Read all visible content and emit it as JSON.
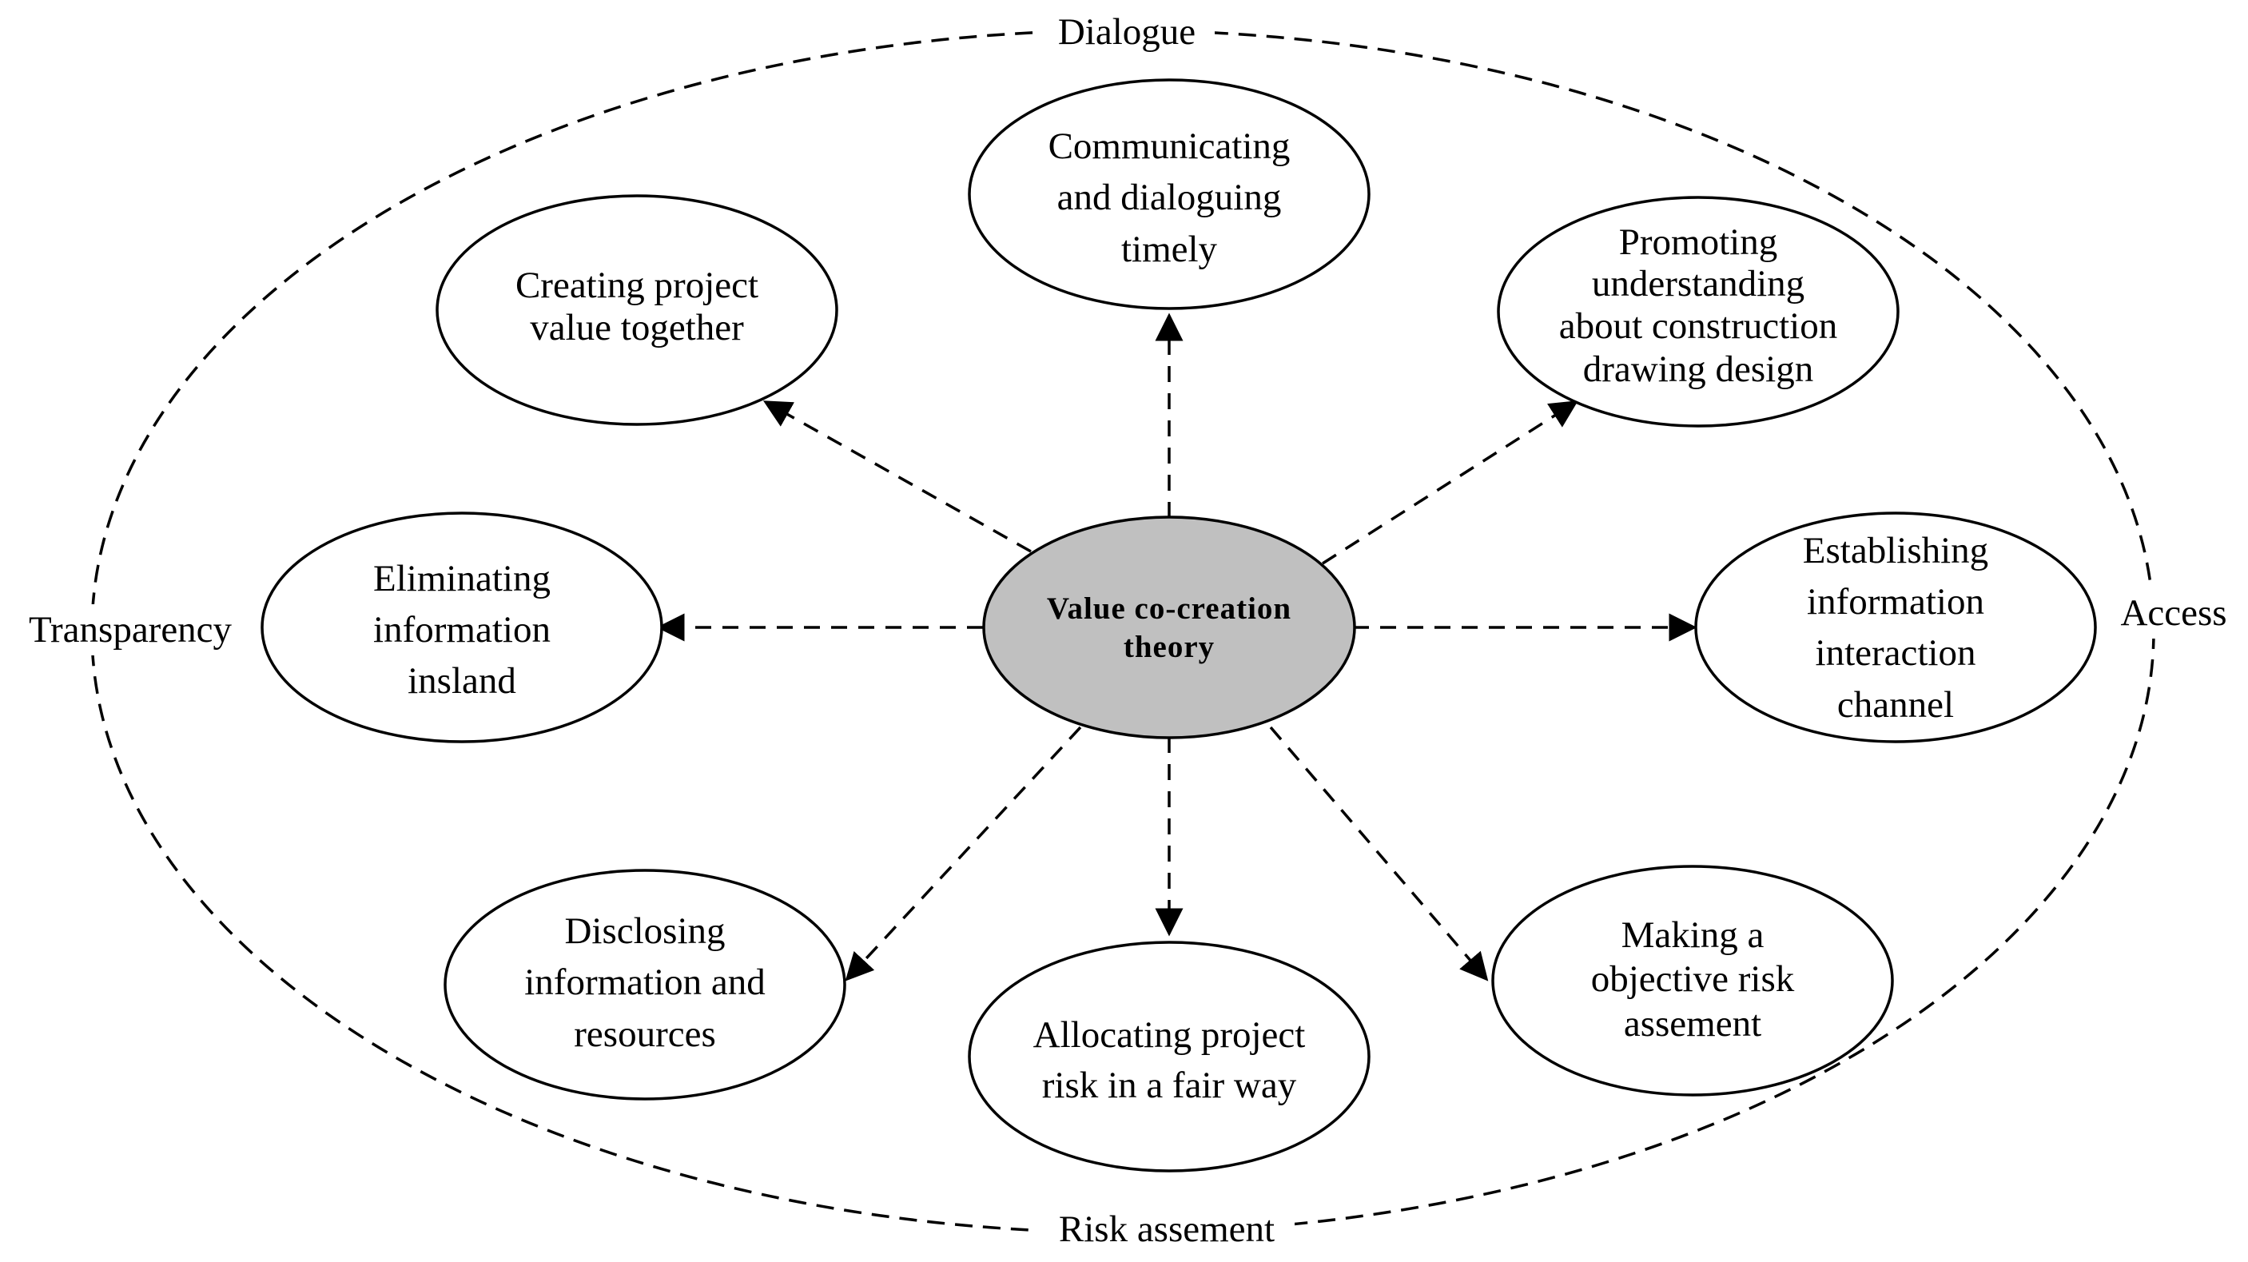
{
  "center": {
    "lines": [
      "Value co-creation",
      "theory"
    ],
    "fill": "#c0c0c0"
  },
  "dimensions": {
    "top": "Dialogue",
    "left": "Transparency",
    "right": "Access",
    "bottom": "Risk assement"
  },
  "nodes": [
    {
      "id": "communicating",
      "lines": [
        "Communicating",
        "and dialoguing",
        "timely"
      ]
    },
    {
      "id": "creating-value",
      "lines": [
        "Creating project",
        "value together"
      ]
    },
    {
      "id": "promoting-understanding",
      "lines": [
        "Promoting",
        "understanding",
        "about construction",
        "drawing design"
      ]
    },
    {
      "id": "eliminating-island",
      "lines": [
        "Eliminating",
        "information",
        "insland"
      ]
    },
    {
      "id": "establishing-channel",
      "lines": [
        "Establishing",
        "information",
        "interaction",
        "channel"
      ]
    },
    {
      "id": "disclosing-information",
      "lines": [
        "Disclosing",
        "information and",
        "resources"
      ]
    },
    {
      "id": "allocating-risk",
      "lines": [
        "Allocating project",
        "risk in a fair way"
      ]
    },
    {
      "id": "objective-assessment",
      "lines": [
        "Making a",
        "objective risk",
        "assement"
      ]
    }
  ]
}
